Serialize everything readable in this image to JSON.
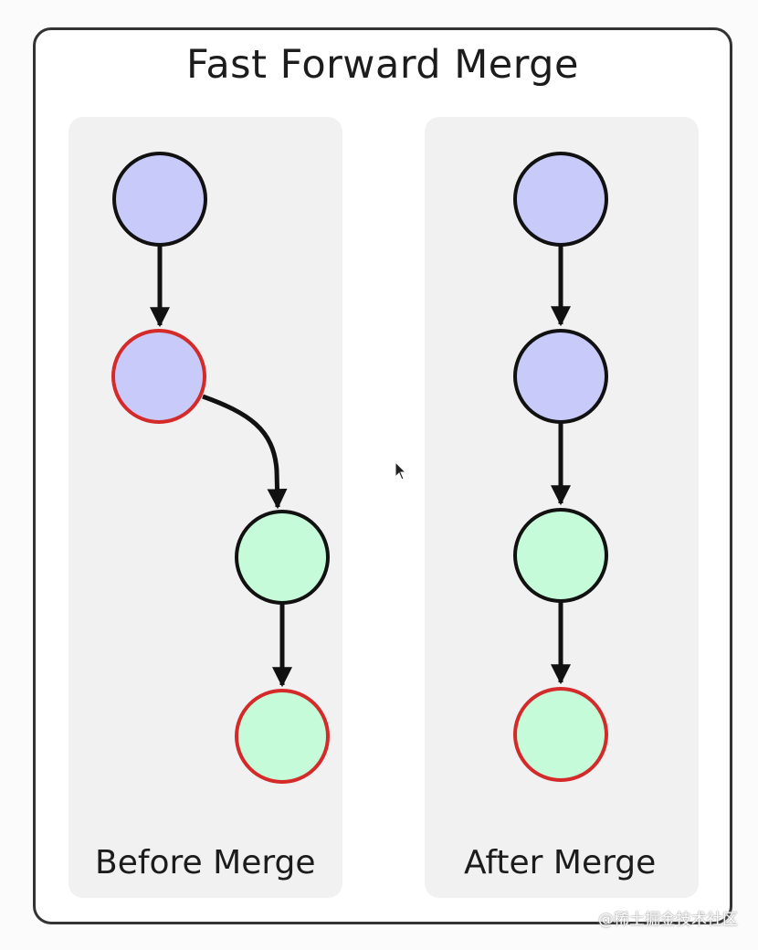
{
  "title": "Fast Forward Merge",
  "before": {
    "label": "Before Merge"
  },
  "after": {
    "label": "After Merge"
  },
  "colors": {
    "node_blue_fill": "#c8cbfa",
    "node_green_fill": "#c6fbd9",
    "node_stroke": "#111111",
    "highlight_stroke": "#d42a2a",
    "panel_bg": "#f1f1f1"
  },
  "watermark": "@稀土掘金技术社区",
  "icons": {
    "cursor": "mouse-pointer-icon"
  }
}
